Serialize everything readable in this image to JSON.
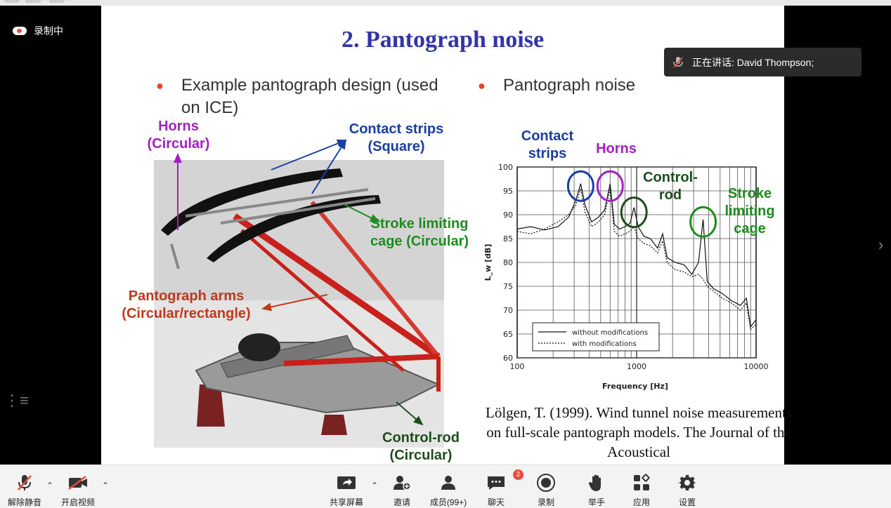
{
  "meeting": {
    "recording_label": "录制中",
    "speaker_text": "正在讲话: David Thompson;"
  },
  "slide": {
    "title": "2. Pantograph noise",
    "bullet_left": "Example pantograph design (used on ICE)",
    "bullet_right": "Pantograph noise",
    "figure_labels": {
      "horns": "Horns (Circular)",
      "contact_strips": "Contact strips (Square)",
      "stroke_cage": "Stroke limiting cage (Circular)",
      "arms": "Pantograph arms (Circular/rectangle)",
      "control_rod": "Control-rod (Circular)"
    },
    "chart_annotations": {
      "contact_strips": "Contact strips",
      "horns": "Horns",
      "control_rod": "Control- rod",
      "stroke_cage": "Stroke limiting cage"
    },
    "citation": "Lölgen, T. (1999). Wind tunnel noise measurements on full-scale pantograph models. The Journal of the Acoustical"
  },
  "chart_data": {
    "type": "line",
    "xlabel": "Frequency [Hz]",
    "ylabel": "L_w [dB]",
    "xscale": "log",
    "xlim": [
      100,
      10000
    ],
    "ylim": [
      60,
      100
    ],
    "xticks": [
      "100",
      "1000",
      "10000"
    ],
    "yticks": [
      "100",
      "95",
      "90",
      "85",
      "80",
      "75",
      "70",
      "65",
      "60"
    ],
    "grid": true,
    "legend": "bottom-left",
    "series": [
      {
        "name": "without modifications",
        "style": "solid",
        "x": [
          100,
          130,
          170,
          220,
          270,
          310,
          340,
          370,
          420,
          480,
          540,
          600,
          650,
          720,
          800,
          880,
          950,
          1030,
          1150,
          1300,
          1500,
          1650,
          1800,
          2100,
          2500,
          2900,
          3300,
          3600,
          3900,
          4400,
          5200,
          6200,
          7400,
          8300,
          9000,
          10000
        ],
        "values": [
          87,
          87.5,
          86.8,
          87.5,
          89.5,
          93,
          96.5,
          92,
          88.5,
          89.5,
          91,
          96.5,
          88,
          87,
          87.5,
          88.2,
          91.5,
          87.5,
          85.5,
          85,
          83,
          86,
          81,
          80,
          79.5,
          77.5,
          80,
          89,
          76,
          74.5,
          73.5,
          72,
          71,
          72.5,
          66.5,
          68
        ]
      },
      {
        "name": "with modifications",
        "style": "dotted",
        "x": [
          100,
          130,
          170,
          220,
          270,
          310,
          340,
          370,
          420,
          480,
          540,
          600,
          650,
          720,
          800,
          880,
          950,
          1030,
          1150,
          1300,
          1500,
          1650,
          1800,
          2100,
          2500,
          2900,
          3300,
          3600,
          3900,
          4400,
          5200,
          6200,
          7400,
          8300,
          9000,
          10000
        ],
        "values": [
          86.5,
          86,
          87,
          88.5,
          90,
          92,
          95.5,
          90.5,
          87.5,
          88.5,
          90,
          95.5,
          86.5,
          85.5,
          86,
          86.5,
          87.5,
          85,
          84,
          83.5,
          82,
          84.5,
          80,
          78.5,
          78,
          77,
          77.5,
          76.5,
          75,
          74,
          72.5,
          71.5,
          70,
          71.5,
          66,
          67
        ]
      }
    ]
  },
  "toolbar": {
    "unmute": "解除静音",
    "start_video": "开启视频",
    "share_screen": "共享屏幕",
    "invite": "邀请",
    "participants": "成员(99+)",
    "chat": "聊天",
    "chat_badge": "2",
    "record": "录制",
    "raise_hand": "举手",
    "apps": "应用",
    "settings": "设置"
  },
  "colors": {
    "title": "#3333aa",
    "bullet_dot": "#e0452b",
    "horns": "#a020c0",
    "contact_strips": "#1a3fa0",
    "stroke_cage": "#1e8c1e",
    "arms": "#c0391b",
    "control_rod": "#1d4d1d"
  }
}
